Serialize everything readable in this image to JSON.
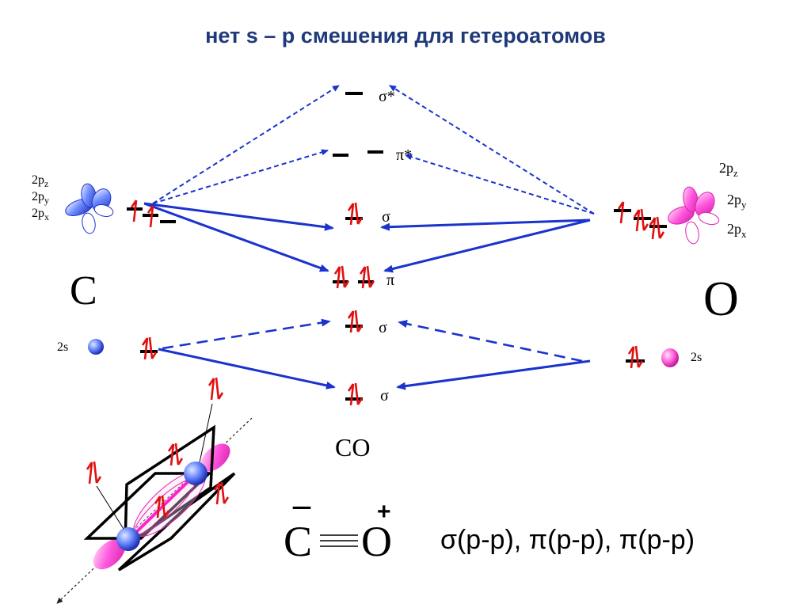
{
  "title": "нет s – p  смешения для гетероатомов",
  "atoms": {
    "left": {
      "symbol": "C",
      "orbital_2pz": "2p",
      "orbital_2pz_sub": "z",
      "orbital_2py": "2p",
      "orbital_2py_sub": "y",
      "orbital_2px": "2p",
      "orbital_2px_sub": "x",
      "orbital_2s": "2s"
    },
    "right": {
      "symbol": "O",
      "orbital_2pz": "2p",
      "orbital_2pz_sub": "z",
      "orbital_2py": "2p",
      "orbital_2py_sub": "y",
      "orbital_2px": "2p",
      "orbital_2px_sub": "x",
      "orbital_2s": "2s"
    }
  },
  "molecule": {
    "label": "CO",
    "levels": {
      "sigma_star": "σ*",
      "pi_star": "π*",
      "sigma_2p": "σ",
      "pi_2p": "π",
      "sigma_2s_star": "σ",
      "sigma_2s": "σ"
    }
  },
  "structure": {
    "left_atom": "C",
    "right_atom": "O",
    "left_charge": "–",
    "right_charge": "+",
    "bond_description": "σ(p-p), π(p-p), π(p-p)"
  },
  "colors": {
    "title": "#1f3a7a",
    "arrow": "#1a33cc",
    "electron": "#e01010",
    "carbon_orbital": "#3355ee",
    "oxygen_orbital": "#ff44cc"
  }
}
